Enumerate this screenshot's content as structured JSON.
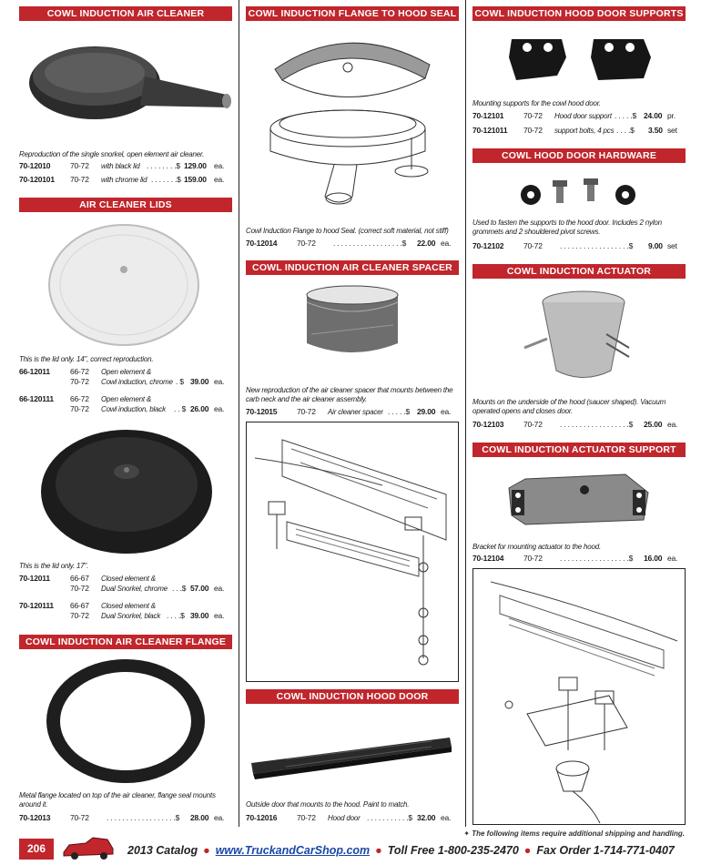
{
  "col1": {
    "h1": "COWL INDUCTION AIR CLEANER",
    "d1": "Reproduction of the single snorkel, open element air cleaner.",
    "r1": {
      "pn": "70-12010",
      "yr": "70-72",
      "ds": "with black lid",
      "dots": " . . . . . . . .$",
      "pr": "129.00",
      "un": "ea."
    },
    "r2": {
      "pn": "70-120101",
      "yr": "70-72",
      "ds": "with chrome lid",
      "dots": " . . . . . . .$",
      "pr": "159.00",
      "un": "ea."
    },
    "h2": "AIR CLEANER LIDS",
    "d2": "This is the lid only. 14\", correct reproduction.",
    "r3": {
      "pn": "66-12011",
      "yr": "66-72",
      "ds": "Open element &"
    },
    "r3b": {
      "yr": "70-72",
      "ds": "Cowl induction, chrome",
      "dots": " . $",
      "pr": "39.00",
      "un": "ea."
    },
    "r4": {
      "pn": "66-120111",
      "yr": "66-72",
      "ds": "Open element &"
    },
    "r4b": {
      "yr": "70-72",
      "ds": "Cowl induction, black",
      "dots": " . . $",
      "pr": "26.00",
      "un": "ea."
    },
    "d3": "This is the lid only. 17\".",
    "r5": {
      "pn": "70-12011",
      "yr": "66-67",
      "ds": "Closed element &"
    },
    "r5b": {
      "yr": "70-72",
      "ds": "Dual Snorkel, chrome",
      "dots": " . . .$",
      "pr": "57.00",
      "un": "ea."
    },
    "r6": {
      "pn": "70-120111",
      "yr": "66-67",
      "ds": "Closed element &"
    },
    "r6b": {
      "yr": "70-72",
      "ds": "Dual Snorkel, black",
      "dots": " . . . .$",
      "pr": "39.00",
      "un": "ea."
    },
    "h3": "COWL INDUCTION AIR CLEANER FLANGE",
    "d4": "Metal flange located on top of the air cleaner, flange seal mounts around it.",
    "r7": {
      "pn": "70-12013",
      "yr": "70-72",
      "dots": ". . . . . . . . . . . . . . . . . .$",
      "pr": "28.00",
      "un": "ea."
    }
  },
  "col2": {
    "h1": "COWL INDUCTION FLANGE TO HOOD SEAL",
    "d1": "Cowl Induction Flange to hood Seal. (correct soft material, not stiff)",
    "r1": {
      "pn": "70-12014",
      "yr": "70-72",
      "dots": ". . . . . . . . . . . . . . . . . .$",
      "pr": "22.00",
      "un": "ea."
    },
    "h2": "COWL INDUCTION AIR CLEANER SPACER",
    "d2": "New reproduction of the air cleaner spacer that mounts between the carb neck and the air cleaner assembly.",
    "r2": {
      "pn": "70-12015",
      "yr": "70-72",
      "ds": "Air cleaner spacer",
      "dots": " . . . . .$",
      "pr": "29.00",
      "un": "ea."
    },
    "h3": "COWL INDUCTION HOOD DOOR",
    "d3": "Outside door that mounts to the hood. Paint to match.",
    "r3": {
      "pn": "70-12016",
      "yr": "70-72",
      "ds": "Hood door",
      "dots": " . . . . . . . . . . .$",
      "pr": "32.00",
      "un": "ea."
    }
  },
  "col3": {
    "h1": "COWL INDUCTION HOOD DOOR SUPPORTS",
    "d1": "Mounting supports for the cowl hood door.",
    "r1": {
      "pn": "70-12101",
      "yr": "70-72",
      "ds": "Hood door support",
      "dots": " . . . . .$",
      "pr": "24.00",
      "un": "pr."
    },
    "r2": {
      "pn": "70-121011",
      "yr": "70-72",
      "ds": "support bolts, 4 pcs",
      "dots": " . . . .$",
      "pr": "3.50",
      "un": "set"
    },
    "h2": "COWL HOOD DOOR HARDWARE",
    "d2": "Used to fasten the supports to the hood door. Includes 2 nylon grommets and 2 shouldered pivot screws.",
    "r3": {
      "pn": "70-12102",
      "yr": "70-72",
      "dots": ". . . . . . . . . . . . . . . . . .$",
      "pr": "9.00",
      "un": "set"
    },
    "h3": "COWL INDUCTION ACTUATOR",
    "d3": "Mounts on the underside of the hood (saucer shaped). Vacuum operated opens and closes door.",
    "r4": {
      "pn": "70-12103",
      "yr": "70-72",
      "dots": ". . . . . . . . . . . . . . . . . .$",
      "pr": "25.00",
      "un": "ea."
    },
    "h4": "COWL INDUCTION ACTUATOR SUPPORT",
    "d4": "Bracket for mounting actuator to the hood.",
    "r5": {
      "pn": "70-12104",
      "yr": "70-72",
      "dots": ". . . . . . . . . . . . . . . . . .$",
      "pr": "16.00",
      "un": "ea."
    }
  },
  "footer": {
    "note": "The following items require additional shipping and handling.",
    "page": "206",
    "catalog": "2013 Catalog",
    "url": "www.TruckandCarShop.com",
    "tollfree": "Toll Free  1-800-235-2470",
    "fax": "Fax Order  1-714-771-0407"
  },
  "colors": {
    "accent": "#c0262c",
    "link": "#1a47a8"
  }
}
